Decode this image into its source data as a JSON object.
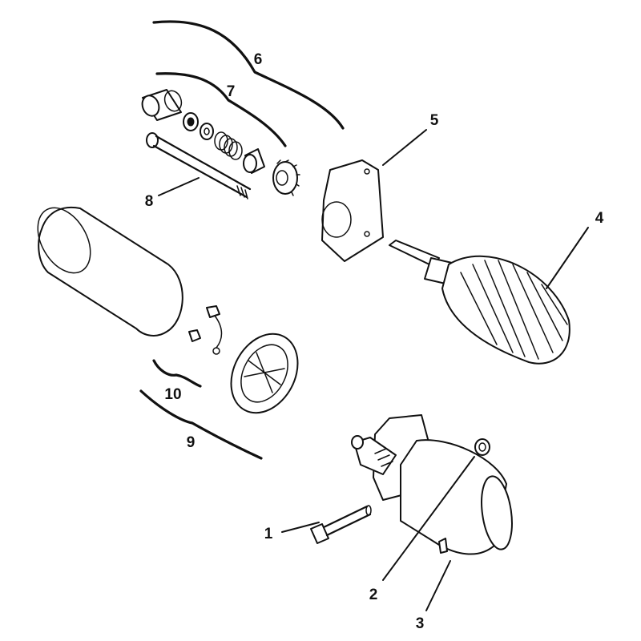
{
  "callouts": [
    {
      "number": "1"
    },
    {
      "number": "2"
    },
    {
      "number": "3"
    },
    {
      "number": "4"
    },
    {
      "number": "5"
    },
    {
      "number": "6"
    },
    {
      "number": "7"
    },
    {
      "number": "8"
    },
    {
      "number": "9"
    },
    {
      "number": "10"
    }
  ],
  "colors": {
    "ink": "#111111",
    "paper": "#ffffff"
  }
}
